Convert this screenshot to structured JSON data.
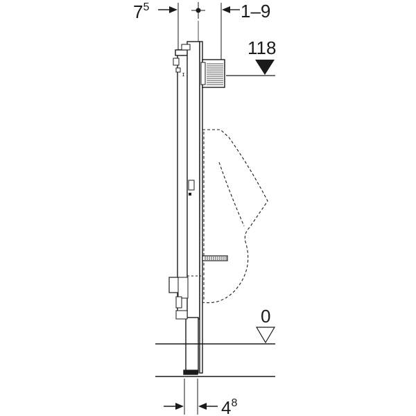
{
  "dimensions": {
    "top_left": {
      "base": "7",
      "sup": "5"
    },
    "top_right": "1–9",
    "bottom": {
      "base": "4",
      "sup": "8"
    }
  },
  "levels": {
    "upper_mark": "118",
    "floor_mark": "0"
  },
  "colors": {
    "line": "#1a1a1a",
    "background": "#ffffff"
  },
  "icons": {
    "centerline": "centerline-crosshair-icon",
    "level_filled": "filled-triangle-level-icon",
    "level_open": "open-triangle-level-icon"
  }
}
